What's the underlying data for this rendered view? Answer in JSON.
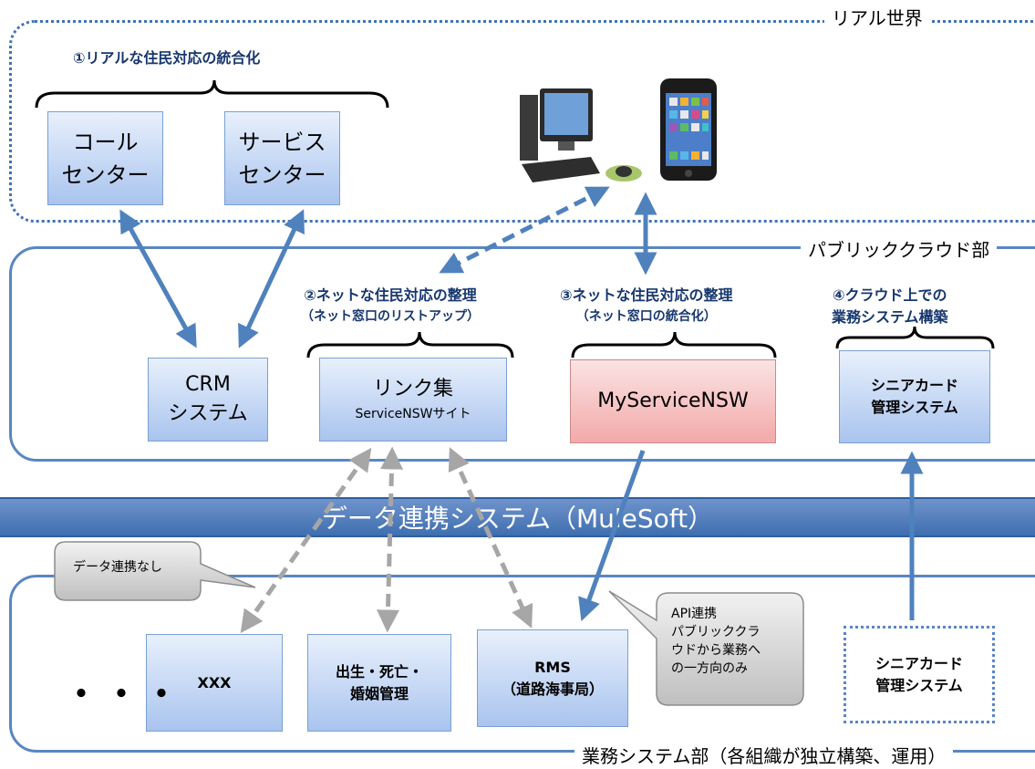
{
  "regions": {
    "real_world": "リアル世界",
    "public_cloud": "パブリッククラウド部",
    "business_systems": "業務システム部（各組織が独立構築、運用）"
  },
  "headings": {
    "h1": "①リアルな住民対応の統合化",
    "h2_line1": "②ネットな住民対応の整理",
    "h2_line2": "（ネット窓口のリストアップ）",
    "h3_line1": "③ネットな住民対応の整理",
    "h3_line2": "（ネット窓口の統合化）",
    "h4_line1": "④クラウド上での",
    "h4_line2": "業務システム構築"
  },
  "boxes": {
    "call_center": [
      "コール",
      "センター"
    ],
    "service_center": [
      "サービス",
      "センター"
    ],
    "crm": [
      "CRM",
      "システム"
    ],
    "link_collection": [
      "リンク集",
      "ServiceNSWサイト"
    ],
    "myservicensw": "MyServiceNSW",
    "senior_card_cloud": [
      "シニアカード",
      "管理システム"
    ],
    "xxx": "XXX",
    "birth_death": [
      "出生・死亡・",
      "婚姻管理"
    ],
    "rms": [
      "RMS",
      "（道路海事局）"
    ],
    "senior_card_business": [
      "シニアカード",
      "管理システム"
    ]
  },
  "band": "データ連携システム（MuleSoft）",
  "callouts": {
    "no_link": "データ連携なし",
    "api_link": [
      "API連携",
      "パブリッククラ",
      "ウドから業務へ",
      "の一方向のみ"
    ]
  },
  "ellipsis": "・・・",
  "colors": {
    "accent_blue": "#4f81bd",
    "heading_navy": "#17376e",
    "dashed_gray": "#a6a6a6",
    "highlight_red": "#f3a9a9"
  },
  "icons": [
    "desktop-computer-icon",
    "smartphone-icon"
  ]
}
